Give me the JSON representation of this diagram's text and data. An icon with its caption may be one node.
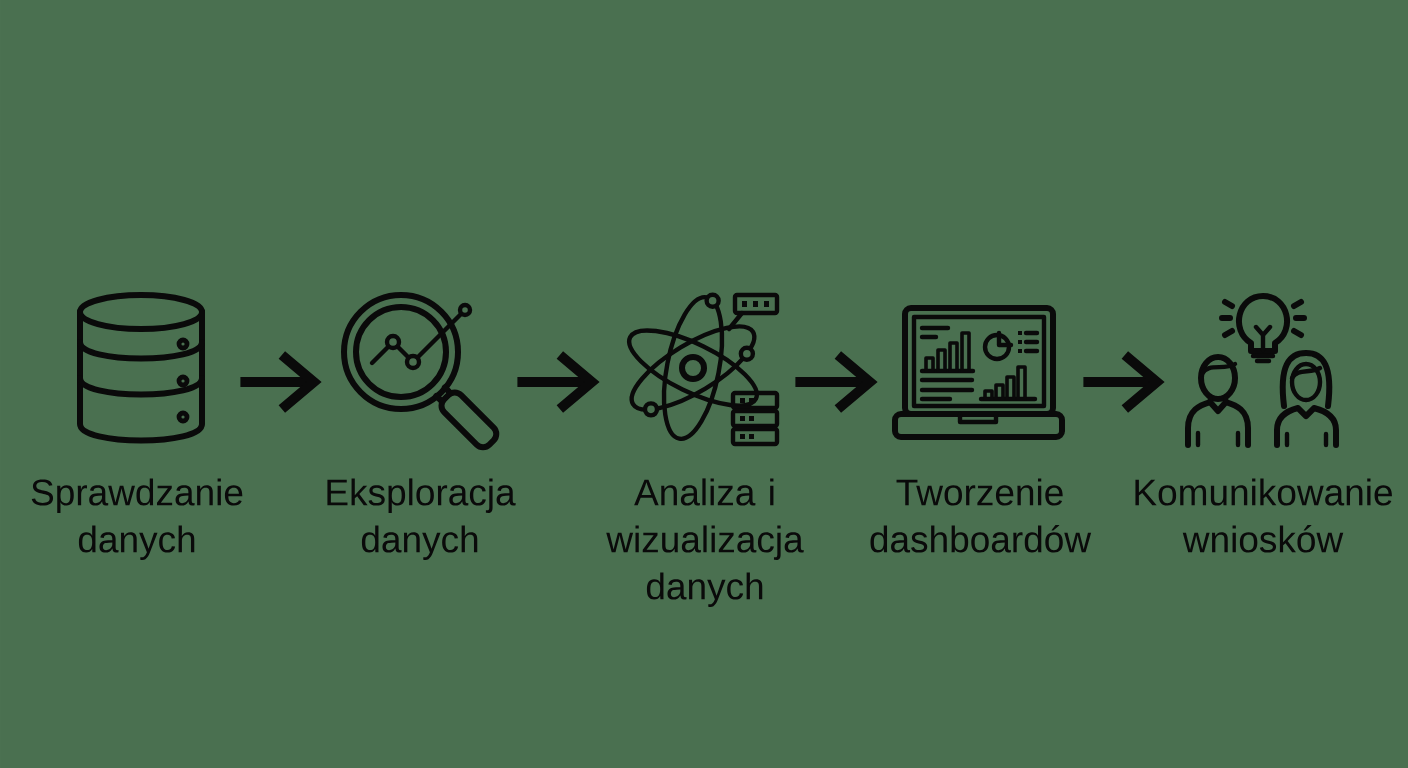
{
  "diagram": {
    "nodes": [
      {
        "text": [],
        "shape": "picture",
        "beside": [
          "Sprawdzanie danych"
        ]
      },
      {
        "text": [],
        "shape": "picture",
        "beside": [
          "Eksploracja danych"
        ]
      },
      {
        "text": [],
        "shape": "picture",
        "beside": [
          "Analiza i wizualizacja danych"
        ]
      },
      {
        "text": [],
        "shape": "picture",
        "beside": [
          "Tworzenie dashboardów"
        ]
      },
      {
        "text": [],
        "shape": "picture",
        "beside": [
          "Komunikowanie wniosków"
        ]
      }
    ],
    "edges": [
      {
        "from": 0,
        "to": 1,
        "arrow": "to"
      },
      {
        "from": 1,
        "to": 2,
        "arrow": "to"
      },
      {
        "from": 2,
        "to": 3,
        "arrow": "to"
      },
      {
        "from": 3,
        "to": 4,
        "arrow": "to"
      }
    ]
  }
}
